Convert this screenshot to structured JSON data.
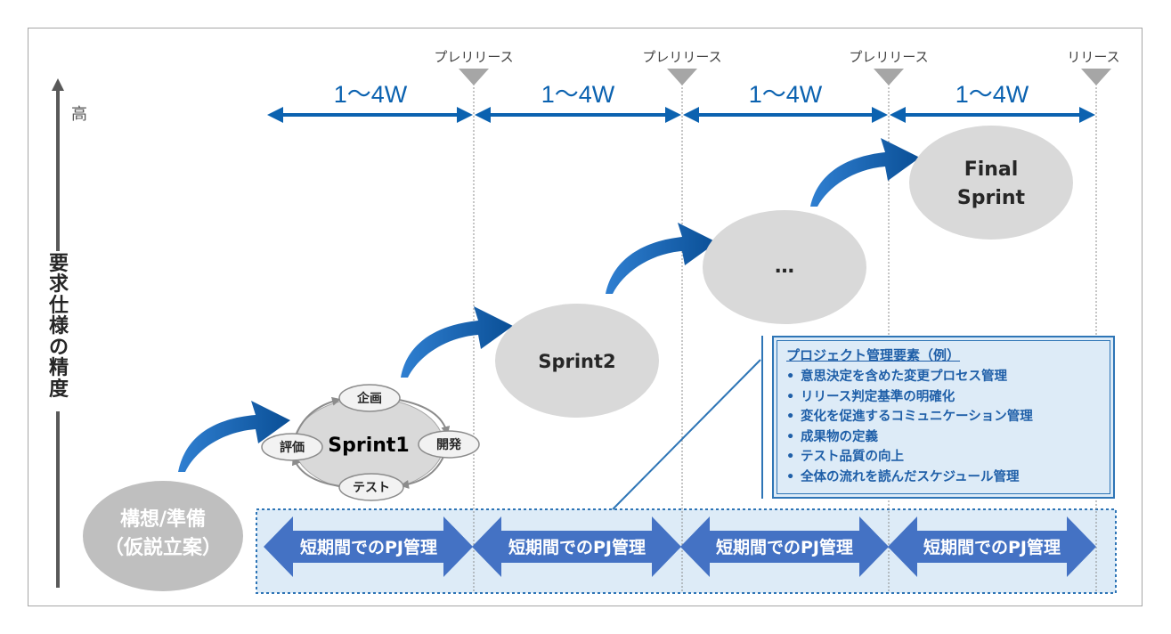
{
  "axis_label_chars": [
    "要",
    "求",
    "仕",
    "様",
    "の",
    "精",
    "度"
  ],
  "axis_high": "高",
  "milestones": [
    "プレリリース",
    "プレリリース",
    "プレリリース",
    "リリース"
  ],
  "durations": [
    "1〜4W",
    "1〜4W",
    "1〜4W",
    "1〜4W"
  ],
  "stages": {
    "planning": [
      "構想/準備",
      "（仮説立案）"
    ],
    "sprint1": "Sprint1",
    "sprint2": "Sprint2",
    "ellipsis": "…",
    "final": [
      "Final",
      "Sprint"
    ]
  },
  "cycle": {
    "plan": "企画",
    "develop": "開発",
    "test": "テスト",
    "evaluate": "評価"
  },
  "pm_panel": {
    "title": "プロジェクト管理要素（例）",
    "items": [
      "意思決定を含めた変更プロセス管理",
      "リリース判定基準の明確化",
      "変化を促進するコミュニケーション管理",
      "成果物の定義",
      "テスト品質の向上",
      "全体の流れを読んだスケジュール管理"
    ]
  },
  "pm_arrows": [
    "短期間でのPJ管理",
    "短期間でのPJ管理",
    "短期間でのPJ管理",
    "短期間でのPJ管理"
  ],
  "colors": {
    "blue": "#0b62b0",
    "pm_blue": "#4472c4",
    "gray_ellipse": "#d9d9d9",
    "planning_ellipse": "#bfbfbf",
    "marker": "#a6a6a6",
    "box_fill": "#ddebf7",
    "box_border": "#2e75b6"
  }
}
